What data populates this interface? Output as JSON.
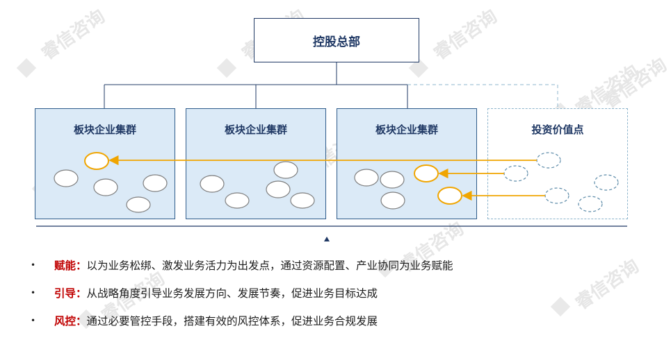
{
  "hq": {
    "label": "控股总部"
  },
  "clusters": [
    {
      "title": "板块企业集群"
    },
    {
      "title": "板块企业集群"
    },
    {
      "title": "板块企业集群"
    },
    {
      "title": "投资价值点"
    }
  ],
  "bullets": [
    {
      "keyword": "赋能：",
      "text": "以为业务松绑、激发业务活力为出发点，通过资源配置、产业协同为业务赋能"
    },
    {
      "keyword": "引导：",
      "text": "从战略角度引导业务发展方向、发展节奏，促进业务目标达成"
    },
    {
      "keyword": "风控：",
      "text": "通过必要管控手段，搭建有效的风控体系，促进业务合规发展"
    }
  ],
  "watermark": "睿信咨询",
  "colors": {
    "navy": "#1f3864",
    "cluster_fill": "#dbeaf7",
    "arrow": "#f0a500",
    "dashed": "#8cb4cc",
    "keyword": "#c00000"
  }
}
